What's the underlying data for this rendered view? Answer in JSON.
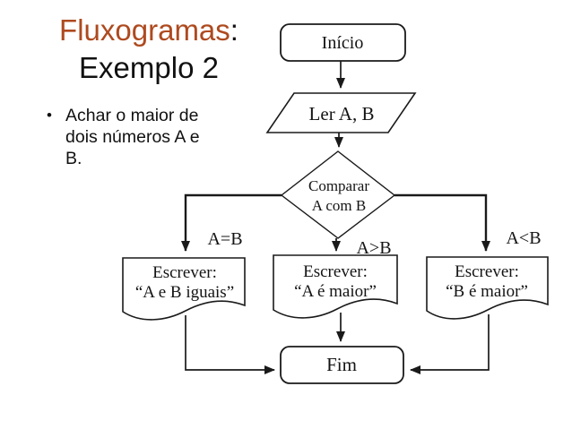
{
  "slide": {
    "title": {
      "accent_text": "Fluxogramas",
      "colon": ":",
      "line2": "Exemplo 2"
    },
    "bullet_marker": "•",
    "bullet_text": "Achar o maior de dois números A e B.",
    "colors": {
      "title_accent": "#AE4A1F",
      "text": "#111111",
      "line": "#1A1A1A",
      "background": "#FFFFFF"
    }
  },
  "flowchart": {
    "start": {
      "label": "Início",
      "type": "terminator"
    },
    "input": {
      "label": "Ler A, B",
      "type": "io-parallelogram"
    },
    "decision": {
      "line1": "Comparar",
      "line2": "A com B",
      "type": "decision-diamond"
    },
    "branch_labels": {
      "equal": "A=B",
      "greater": "A>B",
      "less": "A<B"
    },
    "doc_equal": {
      "line1": "Escrever:",
      "line2": "“A e B iguais”",
      "type": "document"
    },
    "doc_greater": {
      "line1": "Escrever:",
      "line2": "“A é maior”",
      "type": "document"
    },
    "doc_less": {
      "line1": "Escrever:",
      "line2": "“B é maior”",
      "type": "document"
    },
    "end": {
      "label": "Fim",
      "type": "terminator"
    }
  }
}
